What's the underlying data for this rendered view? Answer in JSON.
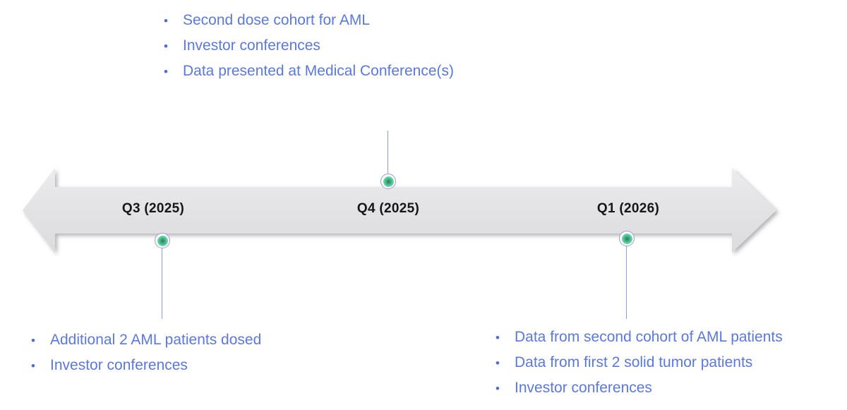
{
  "glyphs": {
    "bullet": "•"
  },
  "colors": {
    "callout_text": "#5b79d8",
    "connector_line": "#8e9ed8",
    "arrow_fill": "#e2e2e4",
    "quarter_label_text": "#161616",
    "marker_fill_teal": "#63d2a2",
    "marker_ring": "#9b9bd7"
  },
  "timeline": {
    "quarters": [
      {
        "label": "Q3 (2025)"
      },
      {
        "label": "Q4 (2025)"
      },
      {
        "label": "Q1 (2026)"
      }
    ]
  },
  "callouts": {
    "top": {
      "items": [
        "Second dose cohort for AML",
        "Investor conferences",
        "Data presented at Medical Conference(s)"
      ]
    },
    "bottom_left": {
      "items": [
        "Additional 2 AML patients dosed",
        "Investor conferences"
      ]
    },
    "bottom_right": {
      "items": [
        "Data from second cohort of AML patients",
        "Data from first 2 solid tumor patients",
        "Investor conferences"
      ]
    }
  }
}
